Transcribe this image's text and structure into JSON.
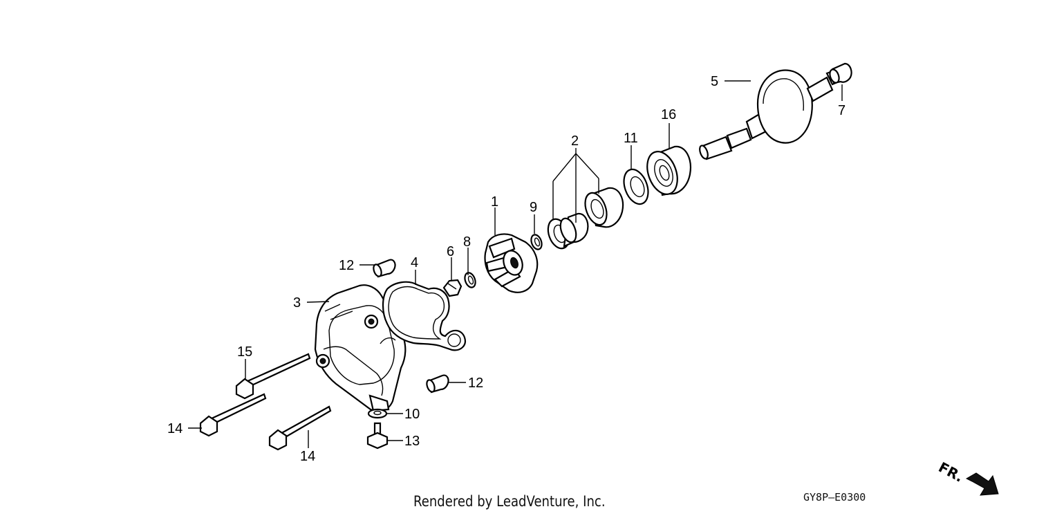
{
  "callouts": {
    "c1": "1",
    "c2": "2",
    "c3": "3",
    "c4": "4",
    "c5": "5",
    "c6": "6",
    "c7": "7",
    "c8": "8",
    "c9": "9",
    "c10": "10",
    "c11": "11",
    "c12a": "12",
    "c12b": "12",
    "c13": "13",
    "c14a": "14",
    "c14b": "14",
    "c15": "15",
    "c16": "16"
  },
  "direction_label": "FR.",
  "credit": "Rendered by LeadVenture, Inc.",
  "diagram_code": "GY8P—E0300"
}
